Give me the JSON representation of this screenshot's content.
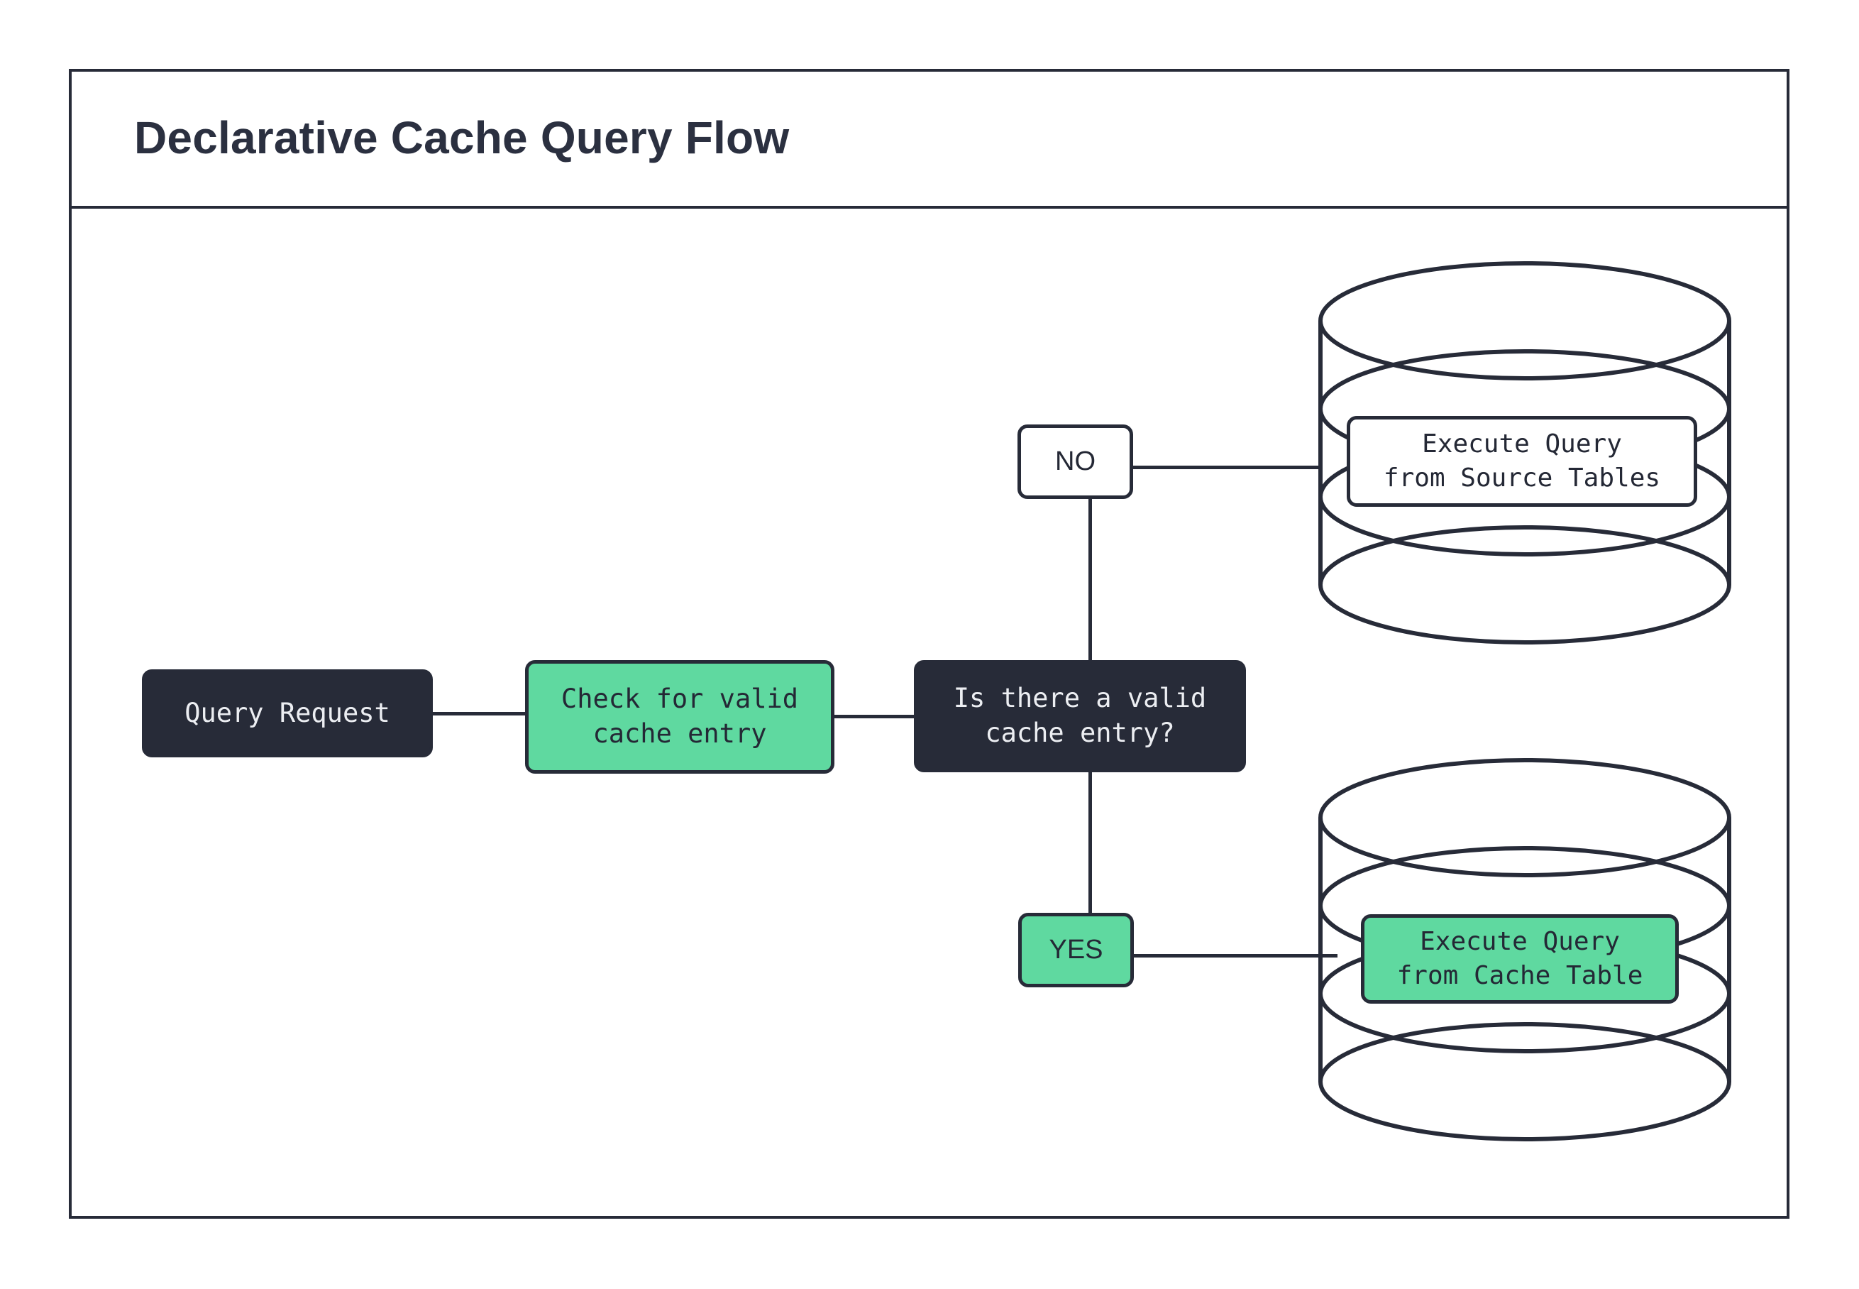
{
  "diagram": {
    "title": "Declarative Cache Query Flow",
    "accent_green": "#5FD9A0",
    "dark_navy": "#272B38",
    "background": "#FFFFFF",
    "nodes": [
      {
        "id": "query-request",
        "label": "Query Request",
        "style": "dark",
        "shape": "rounded-rect"
      },
      {
        "id": "check-cache",
        "label": "Check for valid\ncache entry",
        "style": "green",
        "shape": "rounded-rect"
      },
      {
        "id": "decision",
        "label": "Is there a valid\ncache entry?",
        "style": "dark",
        "shape": "rounded-rect"
      },
      {
        "id": "source-tables",
        "label": "Execute Query\nfrom Source Tables",
        "style": "white",
        "shape": "rounded-rect",
        "container": "database-cylinder"
      },
      {
        "id": "cache-table",
        "label": "Execute Query\nfrom Cache Table",
        "style": "green",
        "shape": "rounded-rect",
        "container": "database-cylinder"
      }
    ],
    "branch_labels": [
      {
        "id": "no",
        "label": "NO",
        "style": "white"
      },
      {
        "id": "yes",
        "label": "YES",
        "style": "green"
      }
    ],
    "edges": [
      {
        "from": "query-request",
        "to": "check-cache",
        "label": ""
      },
      {
        "from": "check-cache",
        "to": "decision",
        "label": ""
      },
      {
        "from": "decision",
        "to": "no",
        "label": ""
      },
      {
        "from": "decision",
        "to": "yes",
        "label": ""
      },
      {
        "from": "no",
        "to": "source-tables",
        "label": ""
      },
      {
        "from": "yes",
        "to": "cache-table",
        "label": ""
      }
    ],
    "databases": [
      {
        "id": "db-source",
        "icon": "database-cylinder-icon"
      },
      {
        "id": "db-cache",
        "icon": "database-cylinder-icon"
      }
    ]
  }
}
